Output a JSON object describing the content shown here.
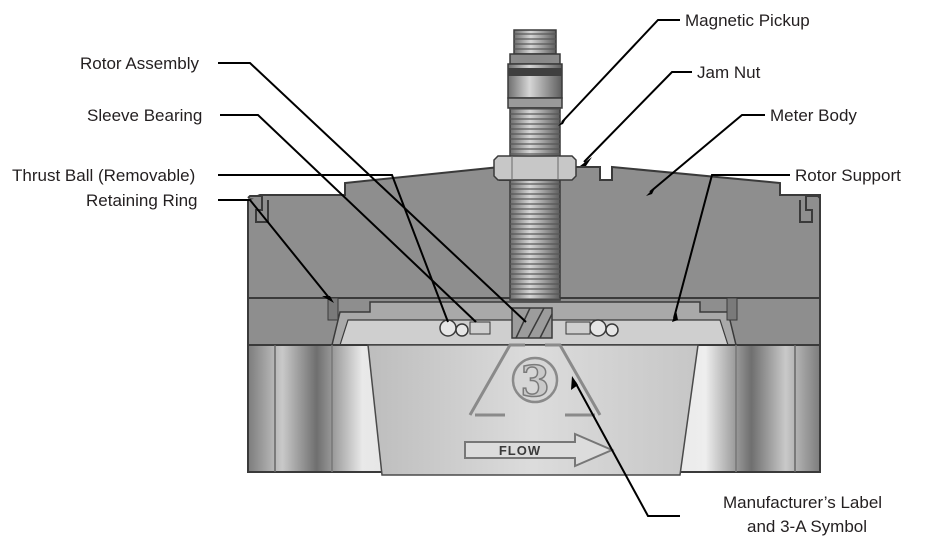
{
  "diagram": {
    "labels": {
      "magnetic_pickup": "Magnetic Pickup",
      "rotor_assembly": "Rotor Assembly",
      "jam_nut": "Jam Nut",
      "sleeve_bearing": "Sleeve Bearing",
      "meter_body": "Meter Body",
      "thrust_ball": "Thrust Ball (Removable)",
      "rotor_support": "Rotor Support",
      "retaining_ring": "Retaining Ring",
      "manufacturer_label_line1": "Manufacturer’s Label",
      "manufacturer_label_line2": "and 3-A Symbol"
    },
    "flow_marking": "FLOW",
    "symbol_numeral": "3"
  }
}
